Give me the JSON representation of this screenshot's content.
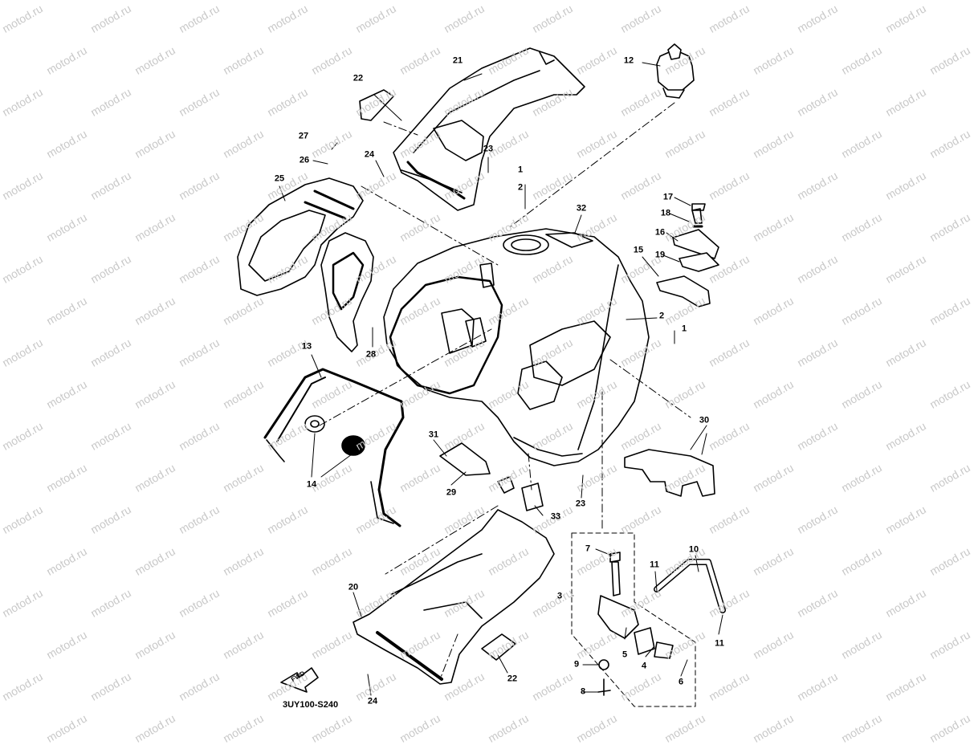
{
  "watermark": "motod.ru",
  "diagram_code": "3UY100-S240",
  "fwd_label": "FWD",
  "callouts": [
    "1",
    "2",
    "3",
    "4",
    "5",
    "6",
    "7",
    "8",
    "9",
    "10",
    "11",
    "12",
    "13",
    "14",
    "15",
    "16",
    "17",
    "18",
    "19",
    "20",
    "21",
    "22",
    "23",
    "24",
    "25",
    "26",
    "27",
    "28",
    "29",
    "30",
    "31",
    "32",
    "33"
  ],
  "colors": {
    "line": "#000000",
    "watermark": "#c8c8c8",
    "background": "#ffffff"
  }
}
